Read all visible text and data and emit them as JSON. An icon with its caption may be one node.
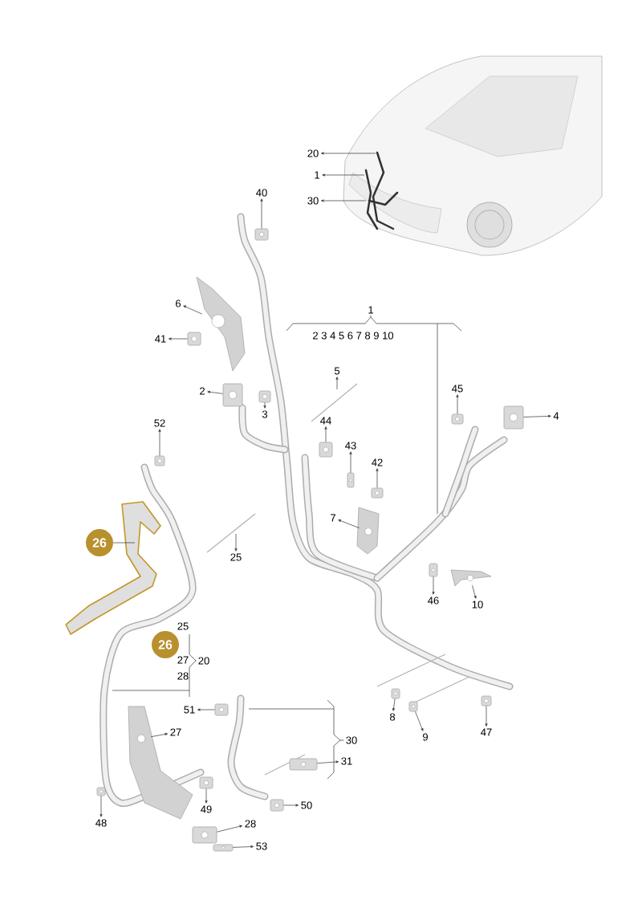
{
  "diagram": {
    "nodes": [
      {
        "text": [
          "20"
        ]
      },
      {
        "text": [
          "1"
        ]
      },
      {
        "text": [
          "30"
        ]
      },
      {
        "text": [
          "40"
        ]
      },
      {
        "text": [
          "6"
        ]
      },
      {
        "text": [
          "41"
        ]
      },
      {
        "text": [
          "2"
        ]
      },
      {
        "text": [
          "3"
        ]
      },
      {
        "text": [
          "5"
        ]
      },
      {
        "text": [
          "45"
        ]
      },
      {
        "text": [
          "4"
        ]
      },
      {
        "text": [
          "44"
        ]
      },
      {
        "text": [
          "43"
        ]
      },
      {
        "text": [
          "42"
        ]
      },
      {
        "text": [
          "52"
        ]
      },
      {
        "text": [
          "7"
        ]
      },
      {
        "text": [
          "26"
        ]
      },
      {
        "text": [
          "25"
        ]
      },
      {
        "text": [
          "46"
        ]
      },
      {
        "text": [
          "10"
        ]
      },
      {
        "text": [
          "26"
        ]
      },
      {
        "text": [
          "51"
        ]
      },
      {
        "text": [
          "8"
        ]
      },
      {
        "text": [
          "27"
        ]
      },
      {
        "text": [
          "9"
        ]
      },
      {
        "text": [
          "47"
        ]
      },
      {
        "text": [
          "31"
        ]
      },
      {
        "text": [
          "48"
        ]
      },
      {
        "text": [
          "49"
        ]
      },
      {
        "text": [
          "50"
        ]
      },
      {
        "text": [
          "28"
        ]
      },
      {
        "text": [
          "53"
        ]
      },
      {
        "text": [
          "20"
        ]
      },
      {
        "text": [
          "30"
        ]
      },
      {
        "text": [
          "1"
        ]
      },
      {
        "text": [],
        "shape": "picture"
      },
      {
        "text": [],
        "shape": "picture"
      },
      {
        "text": [],
        "shape": "picture"
      },
      {
        "text": [],
        "shape": "picture"
      },
      {
        "text": [],
        "shape": "picture"
      },
      {
        "text": [],
        "shape": "picture"
      },
      {
        "text": [],
        "shape": "picture"
      },
      {
        "text": [],
        "shape": "picture"
      },
      {
        "text": [],
        "shape": "picture"
      },
      {
        "text": [],
        "shape": "picture"
      },
      {
        "text": [],
        "shape": "picture"
      },
      {
        "text": [],
        "shape": "picture"
      },
      {
        "text": [],
        "shape": "picture"
      },
      {
        "text": [],
        "shape": "picture"
      },
      {
        "text": [],
        "shape": "picture"
      },
      {
        "text": [],
        "shape": "picture"
      },
      {
        "text": [],
        "shape": "picture"
      },
      {
        "text": [],
        "shape": "picture"
      },
      {
        "text": [],
        "shape": "picture"
      },
      {
        "text": [],
        "shape": "picture"
      },
      {
        "text": [],
        "shape": "picture"
      },
      {
        "text": [],
        "shape": "picture"
      },
      {
        "text": [],
        "shape": "picture"
      },
      {
        "text": [],
        "shape": "picture"
      },
      {
        "text": [],
        "shape": "picture"
      }
    ],
    "edges": [
      {
        "from": null,
        "to": 0,
        "arrow": "to"
      },
      {
        "from": null,
        "to": 1,
        "arrow": "to"
      },
      {
        "from": null,
        "to": 2,
        "arrow": "to"
      },
      {
        "from": 35,
        "to": 3,
        "arrow": "to"
      },
      {
        "from": 36,
        "to": 4,
        "arrow": "to"
      },
      {
        "from": 37,
        "to": 5,
        "arrow": "to"
      },
      {
        "from": 38,
        "to": 6,
        "arrow": "to"
      },
      {
        "from": 39,
        "to": 7,
        "arrow": "to"
      },
      {
        "from": null,
        "to": 8,
        "arrow": "to"
      },
      {
        "from": 42,
        "to": 9,
        "arrow": "to"
      },
      {
        "from": 43,
        "to": 10,
        "arrow": "to"
      },
      {
        "from": 40,
        "to": 11,
        "arrow": "to"
      },
      {
        "from": 41,
        "to": 12,
        "arrow": "to"
      },
      {
        "from": 44,
        "to": 13,
        "arrow": "to"
      },
      {
        "from": 45,
        "to": 14,
        "arrow": "to"
      },
      {
        "from": 46,
        "to": 15,
        "arrow": "to"
      },
      {
        "from": 16,
        "to": null,
        "arrow": "none"
      },
      {
        "from": null,
        "to": 17,
        "arrow": "to"
      },
      {
        "from": 47,
        "to": 18,
        "arrow": "to"
      },
      {
        "from": 48,
        "to": 19,
        "arrow": "to"
      },
      {
        "from": 49,
        "to": 21,
        "arrow": "to"
      },
      {
        "from": 50,
        "to": 22,
        "arrow": "to"
      },
      {
        "from": 51,
        "to": 23,
        "arrow": "to"
      },
      {
        "from": 52,
        "to": 24,
        "arrow": "to"
      },
      {
        "from": 53,
        "to": 25,
        "arrow": "to"
      },
      {
        "from": 54,
        "to": 26,
        "arrow": "to"
      },
      {
        "from": 55,
        "to": 27,
        "arrow": "to"
      },
      {
        "from": 56,
        "to": 28,
        "arrow": "to"
      },
      {
        "from": 57,
        "to": 29,
        "arrow": "to"
      },
      {
        "from": 58,
        "to": 30,
        "arrow": "to"
      },
      {
        "from": 59,
        "to": 31,
        "arrow": "to"
      },
      {
        "from": 32,
        "to": null,
        "arrow": "none"
      },
      {
        "from": 33,
        "to": null,
        "arrow": "none"
      },
      {
        "from": 34,
        "to": null,
        "arrow": "none"
      }
    ],
    "labels": [
      "2 3 4 5 6 7 8 9 10",
      "25",
      "27",
      "28"
    ]
  }
}
